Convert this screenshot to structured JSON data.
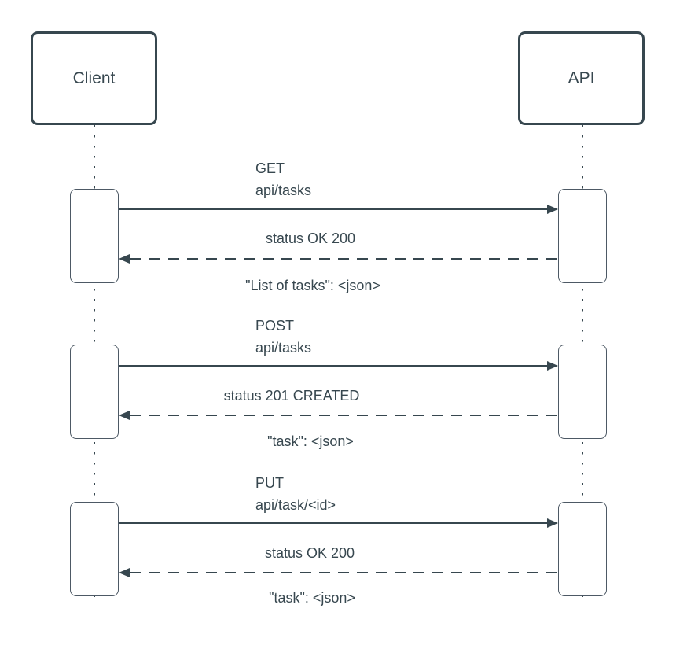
{
  "diagram": {
    "type": "sequence-diagram",
    "colors": {
      "stroke": "#37474f",
      "text": "#37474f",
      "activation_border": "#4d5965",
      "background": "#ffffff"
    },
    "actors": [
      {
        "label": "Client"
      },
      {
        "label": "API"
      }
    ],
    "interactions": [
      {
        "request_method": "GET",
        "request_path": "api/tasks",
        "response_status": "status OK 200",
        "response_payload": "\"List of tasks\": <json>"
      },
      {
        "request_method": "POST",
        "request_path": "api/tasks",
        "response_status": "status 201 CREATED",
        "response_payload": "\"task\": <json>"
      },
      {
        "request_method": "PUT",
        "request_path": "api/task/<id>",
        "response_status": "status OK 200",
        "response_payload": "\"task\": <json>"
      }
    ]
  }
}
